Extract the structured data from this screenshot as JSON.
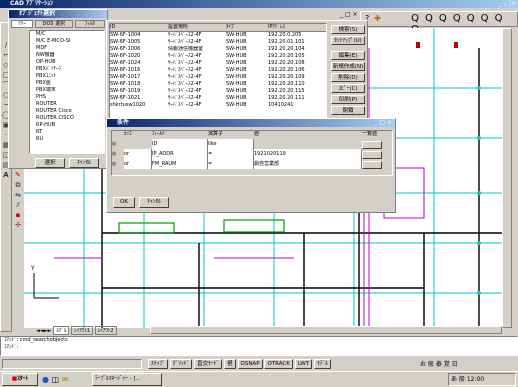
{
  "app": {
    "title": "CAD ｱﾌﾟﾘｹｰｼｮﾝ",
    "menu_right": "_ ｡ |×"
  },
  "finder": {
    "title": "ｵﾌﾞｼﾞｪｸﾄ選択",
    "tabs": [
      "ﾂﾘｰ",
      "DOS 選択",
      "ﾌｨﾙﾀ"
    ],
    "tree_items": [
      "M/C",
      "M/C E-MCO-SI",
      "MDF",
      "NW機器",
      "OP-HUB",
      "PBXﾊﾞｯﾁｰｼﾞ",
      "PBXﾕﾆｯﾄ",
      "PBX盤",
      "PBX端末",
      "PHS",
      "ROUTER",
      "ROUTER Cisco",
      "ROUTER CISCO",
      "RP-HUB",
      "RT",
      "RU"
    ],
    "select_label": "選択",
    "cancel_label": "ｷｬﾝｾﾙ"
  },
  "results": {
    "columns": [
      "ID",
      "設置場所",
      "ﾀｲﾌﾟ",
      "IPｱﾄﾞﾚｽ"
    ],
    "rows": [
      [
        "SW-6F-1004",
        "ｻｰﾊﾞｽﾍﾟｰｽ2-4F",
        "SW-HUB",
        "192.20.0.205"
      ],
      [
        "SW-6F-1005",
        "ｻｰﾊﾞｽﾍﾟｰｽ2-4F",
        "SW-HUB",
        "192.20.01.101"
      ],
      [
        "SW-6F-1006",
        "情報通信機器室",
        "SW-HUB",
        "192.20.20.104"
      ],
      [
        "SW-6F-1020",
        "ｻｰﾊﾞｽﾍﾟｰｽ2-4F",
        "SW-HUB",
        "192.20.20.105"
      ],
      [
        "SW-6F-1024",
        "ｻｰﾊﾞｽﾍﾟｰｽ2-4F",
        "SW-HUB",
        "192.20.20.108"
      ],
      [
        "SW-6F-1016",
        "ｻｰﾊﾞｽﾍﾟｰｽ2-4F",
        "SW-HUB",
        "192.20.20.106"
      ],
      [
        "SW-6F-1017",
        "ｻｰﾊﾞｽﾍﾟｰｽ2-4F",
        "SW-HUB",
        "192.20.20.109"
      ],
      [
        "SW-6F-1018",
        "ｻｰﾊﾞｽﾍﾟｰｽ2-4F",
        "SW-HUB",
        "192.20.20.110"
      ],
      [
        "SW-6F-1019",
        "ｻｰﾊﾞｽﾍﾟｰｽ2-4F",
        "SW-HUB",
        "192.20.20.115"
      ],
      [
        "SW-6F-1021",
        "ｻｰﾊﾞｽﾍﾟｰｽ2-4F",
        "SW-HUB",
        "192.20.20.111"
      ],
      [
        "shkrtusw1020",
        "ｻｰﾊﾞｽﾍﾟｰｽ2-4F",
        "SW-HUB",
        "10410241"
      ]
    ],
    "buttons": [
      "検索(S)",
      "ｾｯﾄｱｯﾌﾟ(U)",
      "編集(E)",
      "新規作成(N)",
      "削除(D)",
      "ｺﾋﾟｰ(C)",
      "印刷(P)",
      "閉鎖"
    ]
  },
  "filter_dialog": {
    "title": "条件",
    "columns": [
      "ｶｯｺ",
      "ﾌｨｰﾙﾄﾞ",
      "演算子",
      "値",
      "一覧値"
    ],
    "rows": [
      [
        "",
        "ID",
        "like",
        ""
      ],
      [
        "or",
        "IP_ADDR",
        "=",
        "1921020119"
      ],
      [
        "or",
        "FM_RAUM",
        "=",
        "劇自営業部"
      ]
    ],
    "ok_label": "OK",
    "cancel_label": "ｷｬﾝｾﾙ"
  },
  "zoom_toolbar": [
    "Q",
    "Q",
    "Q",
    "Q",
    "Q",
    "Q",
    "Q",
    "Q"
  ],
  "layout_tabs": [
    "ﾓﾃﾞﾙ",
    "ﾚｲｱｳﾄ1",
    "ﾚｲｱｳﾄ2"
  ],
  "command_line": {
    "line1": "ｺﾏﾝﾄﾞ: cmd_searchobjects",
    "line2": "ｺﾏﾝﾄﾞ:"
  },
  "status_bar": [
    "ｽﾅｯﾌﾟ",
    "ｸﾞﾘｯﾄﾞ",
    "直交ﾓｰﾄﾞ",
    "極",
    "OSNAP",
    "OTRACK",
    "LWT",
    "ﾓﾃﾞﾙ"
  ],
  "taskbar": {
    "start": "ｽﾀｰﾄ",
    "window": "ﾃｰﾌﾞﾙﾏﾈｰｼﾞｬｰ - [...",
    "tray": "12:00"
  },
  "colors": {
    "titlebar": "#0a246a",
    "drawing_bg": "#ffffff",
    "cyan_grid": "#00c8c8",
    "magenta_lines": "#c000c0",
    "green_lines": "#00a000",
    "desktop_teal": "#3a6ea5"
  }
}
